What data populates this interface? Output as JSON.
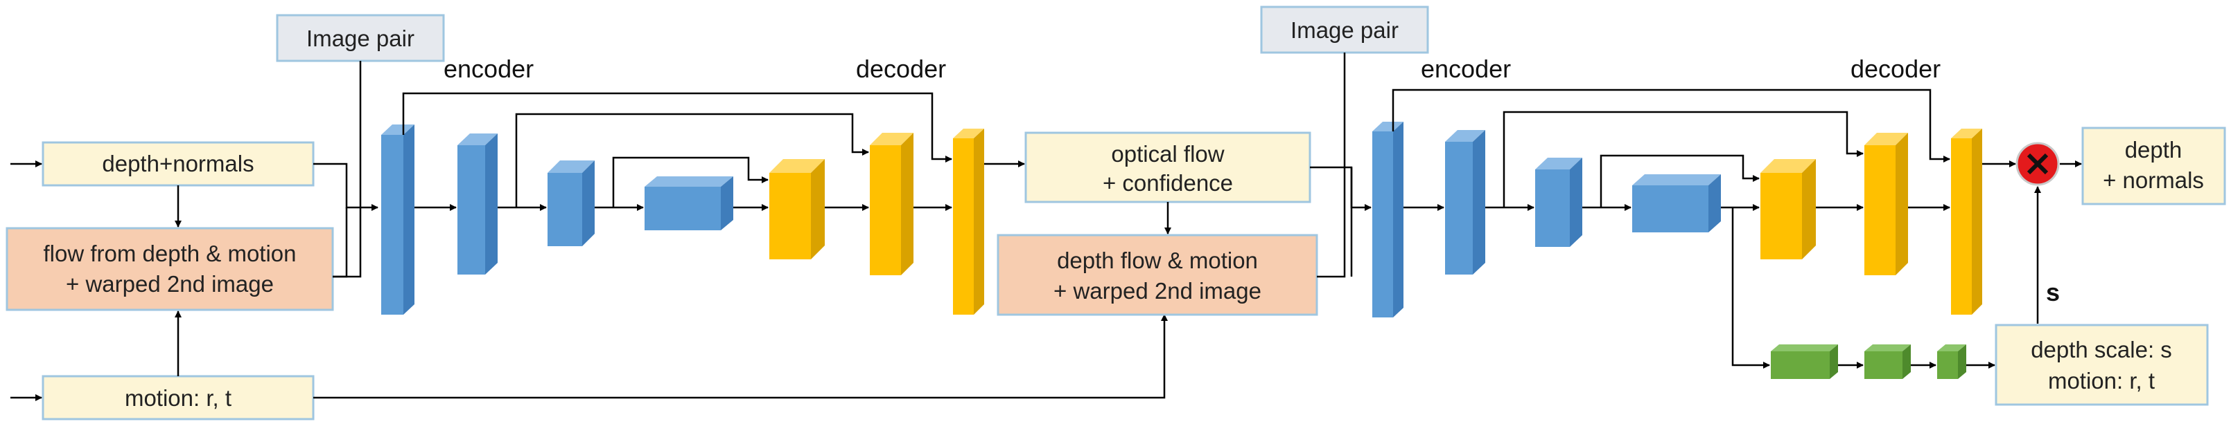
{
  "stage1": {
    "image_pair": "Image pair",
    "encoder_label": "encoder",
    "decoder_label": "decoder",
    "input_depth_normals": "depth+normals",
    "flow_box": [
      "flow from depth & motion",
      "+ warped 2nd image"
    ],
    "motion_input": "motion: r, t"
  },
  "stage2": {
    "image_pair": "Image pair",
    "encoder_label": "encoder",
    "decoder_label": "decoder",
    "optical_flow_box": [
      "optical flow",
      "+ confidence"
    ],
    "depth_flow_box": [
      "depth flow & motion",
      "+ warped 2nd image"
    ],
    "output_box": [
      "depth",
      "+ normals"
    ],
    "scale_box": [
      "depth scale: s",
      "motion: r, t"
    ],
    "scale_symbol": "s"
  },
  "colors": {
    "input_fill": "#fdf5d6",
    "input_border": "#9fc6e0",
    "warp_fill": "#f7cdb0",
    "warp_border": "#9fc6e0",
    "imagepair_fill": "#e6e9ee",
    "encoder_block": "#5b9bd5",
    "decoder_block": "#ffc000",
    "fc_block": "#6aaa3e",
    "multiply": "#e31a1c"
  },
  "icons": {
    "multiply": "multiply-icon"
  }
}
